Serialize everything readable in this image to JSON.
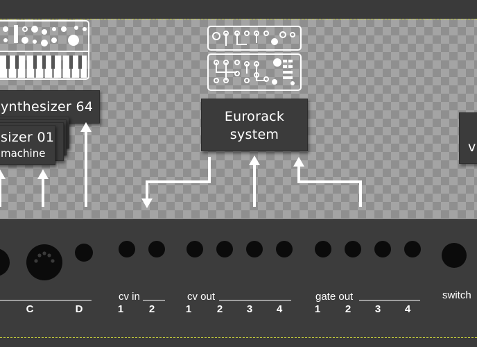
{
  "boxes": {
    "synth64": "ynthesizer 64",
    "synth01_line1": "sizer 01",
    "synth01_line2": "machine",
    "eurorack_line1": "Eurorack",
    "eurorack_line2": "system",
    "right_partial": "v"
  },
  "panel": {
    "port_c": "C",
    "port_d": "D",
    "cv_in": {
      "label": "cv in",
      "numbers": [
        "1",
        "2"
      ]
    },
    "cv_out": {
      "label": "cv out",
      "numbers": [
        "1",
        "2",
        "3",
        "4"
      ]
    },
    "gate_out": {
      "label": "gate out",
      "numbers": [
        "1",
        "2",
        "3",
        "4"
      ]
    },
    "switch": "switch"
  },
  "colors": {
    "background": "#3a3a3a",
    "box": "#3b3b3b",
    "accent_dashed": "#c9d23a",
    "jack": "#0b0b0b"
  }
}
